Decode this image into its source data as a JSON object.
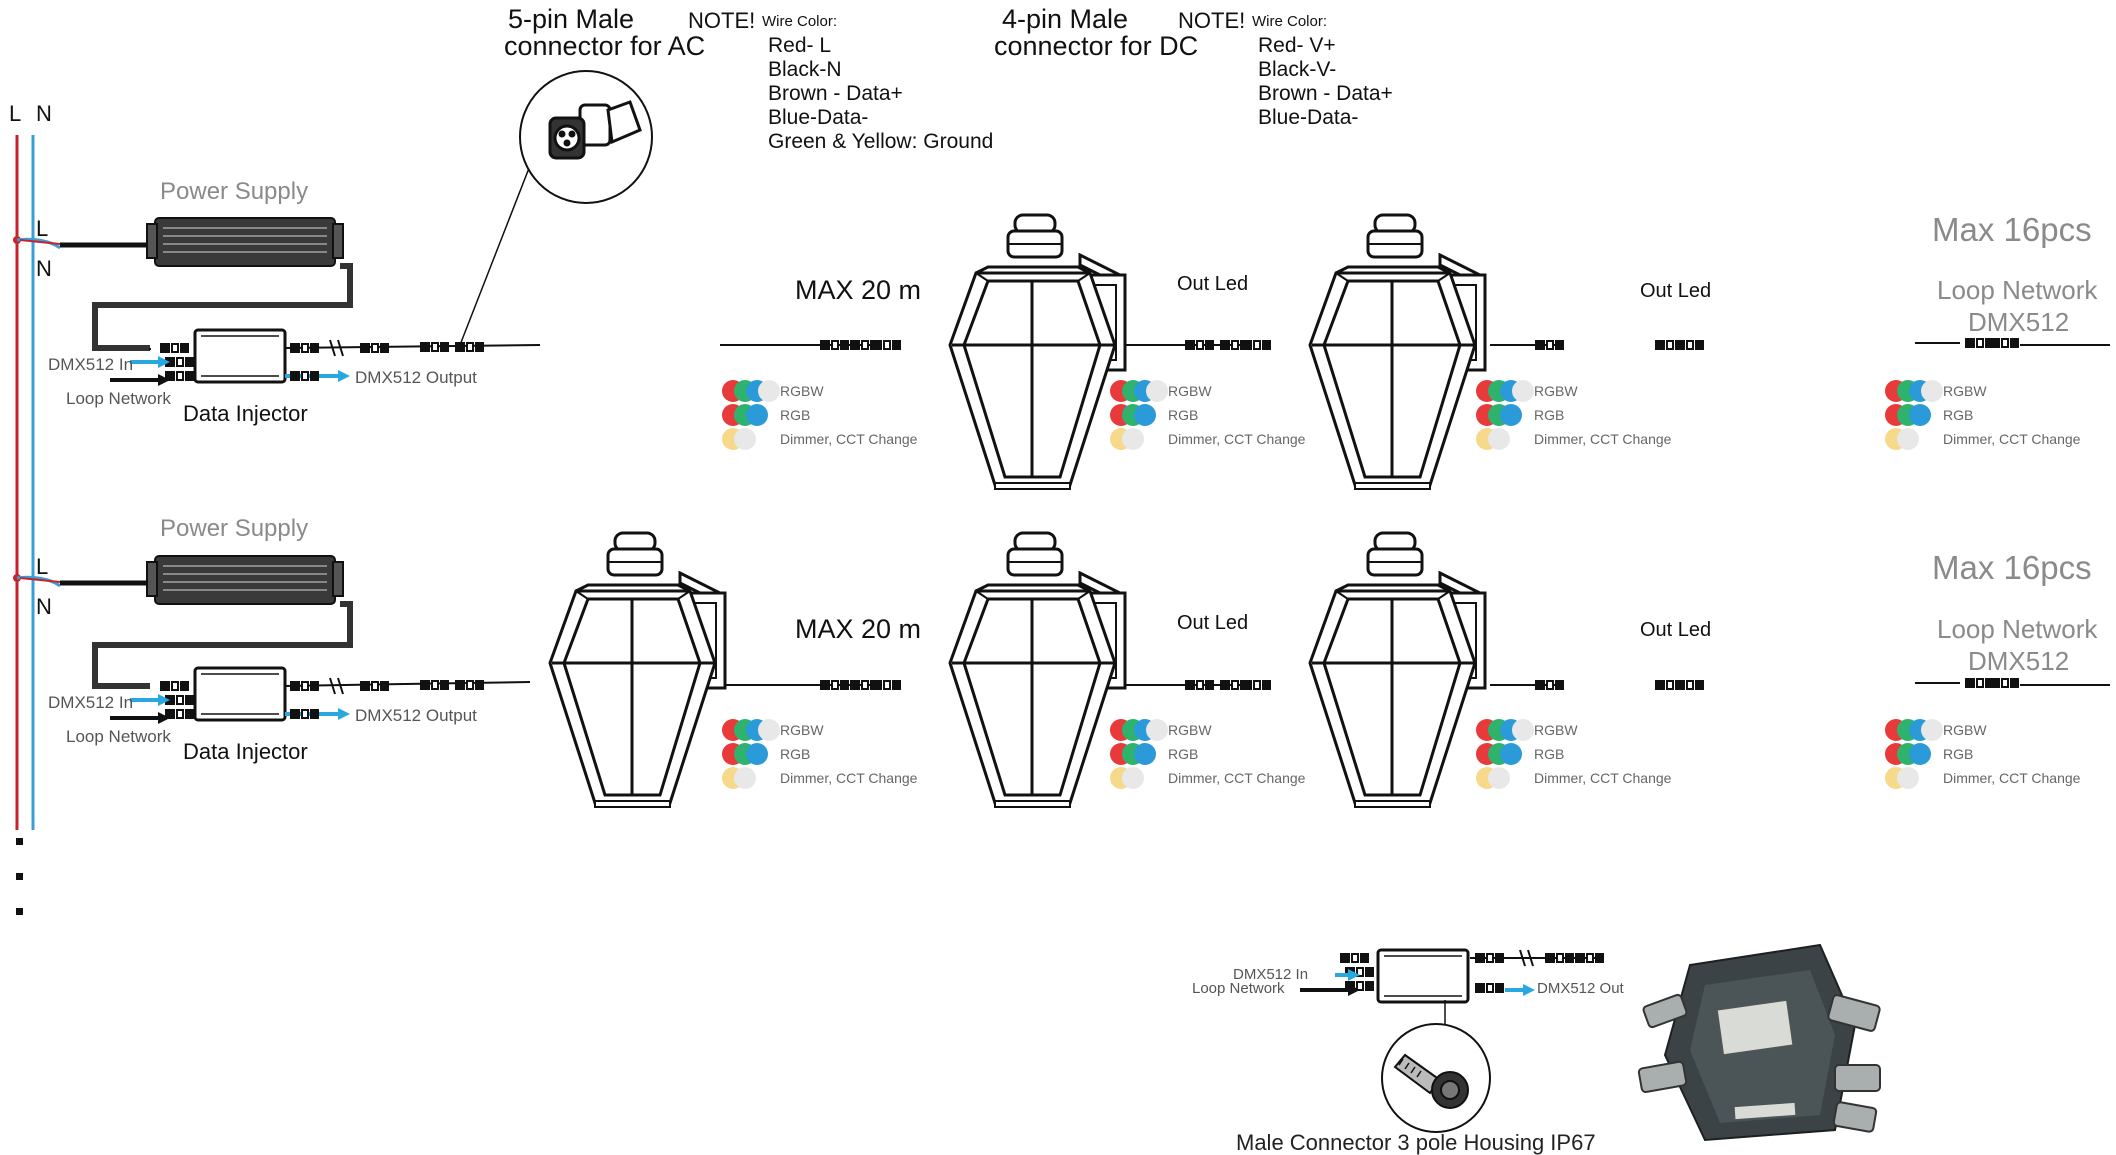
{
  "rails": {
    "left_label": "L",
    "right_label": "N",
    "tap_l": "L",
    "tap_n": "N"
  },
  "power_supply_label": "Power Supply",
  "data_injector_label": "Data Injector",
  "dmx_in": "DMX512 In",
  "loop_network": "Loop Network",
  "dmx_output": "DMX512 Output",
  "note_ac": {
    "title_line1": "5-pin Male",
    "title_line2": "connector for AC",
    "note": "NOTE!",
    "wire_color": "Wire Color:",
    "lines": [
      "Red- L",
      "Black-N",
      "Brown - Data+",
      "Blue-Data-",
      "Green & Yellow: Ground"
    ]
  },
  "note_dc": {
    "title_line1": "4-pin Male",
    "title_line2": "connector for DC",
    "note": "NOTE!",
    "wire_color": "Wire Color:",
    "lines": [
      "Red- V+",
      "Black-V-",
      "Brown - Data+",
      "Blue-Data-"
    ]
  },
  "max_distance": "MAX 20 m",
  "out_led": "Out Led",
  "max_pcs": "Max 16pcs",
  "loop_network_dmx_line1": "Loop Network",
  "loop_network_dmx_line2": "DMX512",
  "modes": [
    "RGBW",
    "RGB",
    "Dimmer, CCT Change"
  ],
  "bottom": {
    "dmx_in": "DMX512 In",
    "loop_network": "Loop Network",
    "dmx_out": "DMX512 Out",
    "connector_caption": "Male Connector 3 pole Housing IP67"
  },
  "colors": {
    "red": "#e83a3a",
    "green": "#2fb36c",
    "blue": "#2b9ad8",
    "white": "#e8e8e8",
    "warm": "#f6d98a",
    "rail_l": "#c8232c",
    "rail_n": "#3a9fd8",
    "arrow_blue": "#29a8e0"
  }
}
